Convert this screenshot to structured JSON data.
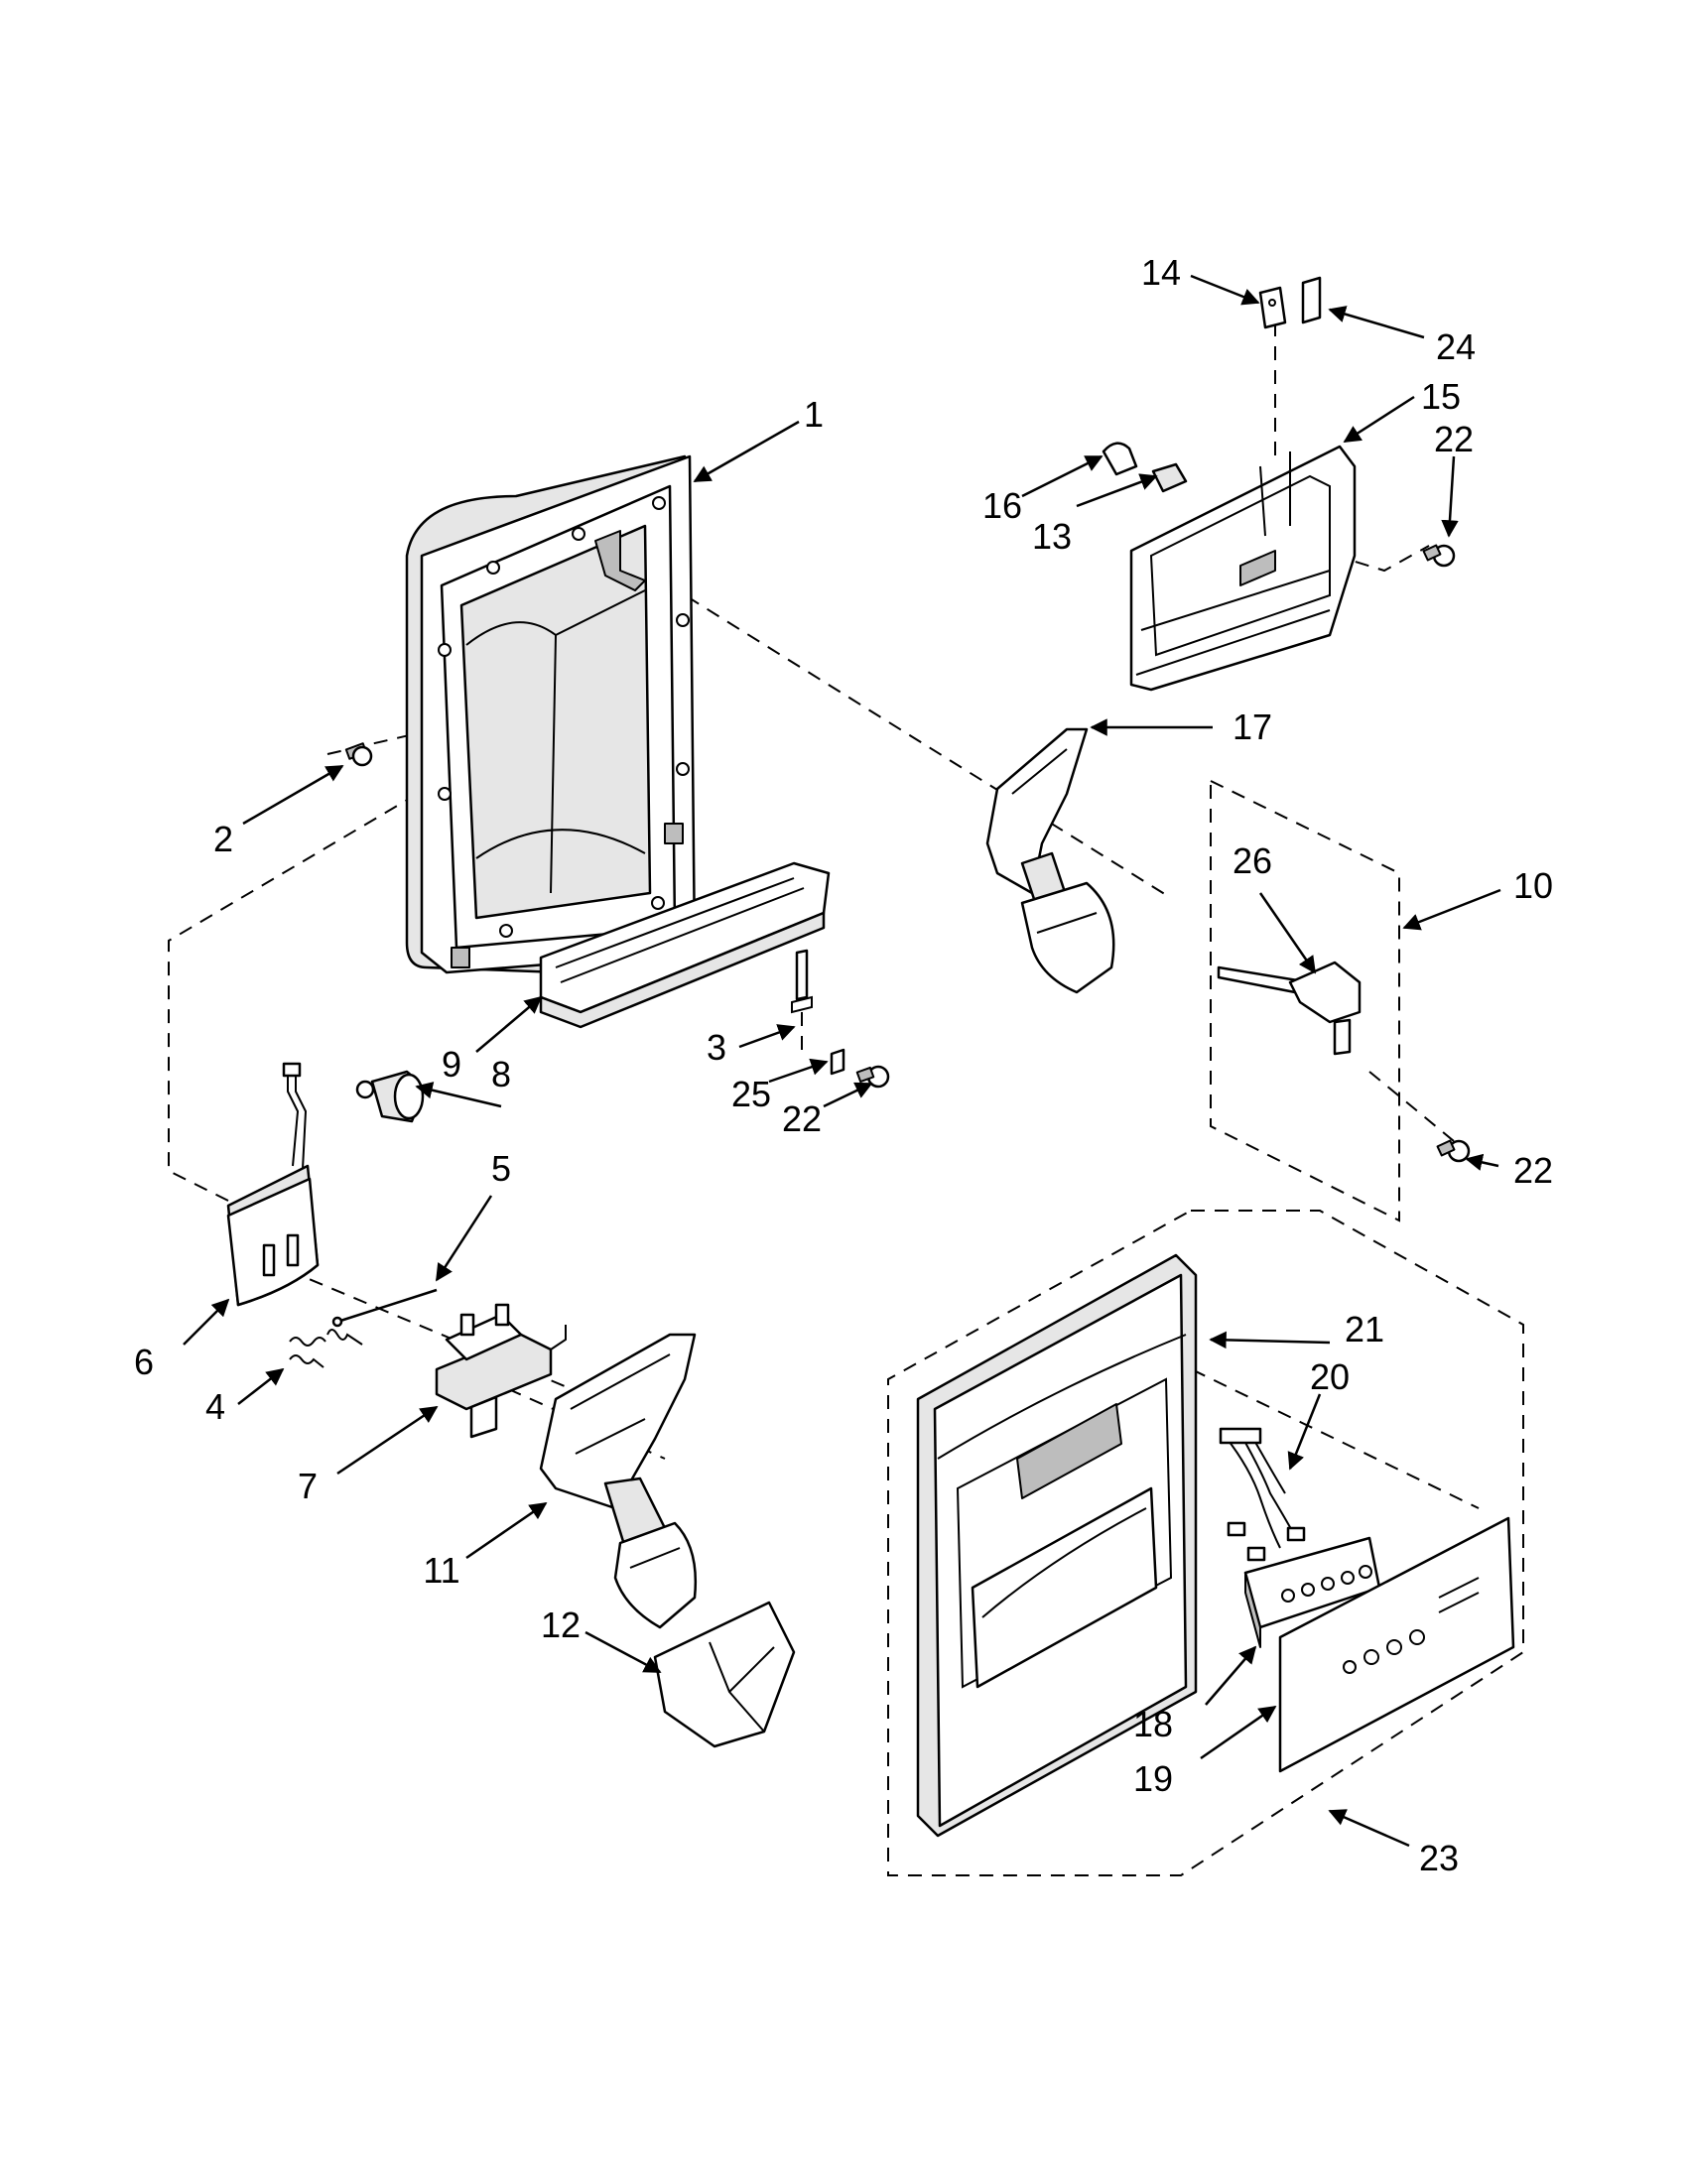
{
  "callouts": [
    {
      "id": "1",
      "label": "1"
    },
    {
      "id": "2",
      "label": "2"
    },
    {
      "id": "3",
      "label": "3"
    },
    {
      "id": "4",
      "label": "4"
    },
    {
      "id": "5",
      "label": "5"
    },
    {
      "id": "6",
      "label": "6"
    },
    {
      "id": "7",
      "label": "7"
    },
    {
      "id": "8",
      "label": "8"
    },
    {
      "id": "9",
      "label": "9"
    },
    {
      "id": "10",
      "label": "10"
    },
    {
      "id": "11",
      "label": "11"
    },
    {
      "id": "12",
      "label": "12"
    },
    {
      "id": "13",
      "label": "13"
    },
    {
      "id": "14",
      "label": "14"
    },
    {
      "id": "15",
      "label": "15"
    },
    {
      "id": "16",
      "label": "16"
    },
    {
      "id": "17",
      "label": "17"
    },
    {
      "id": "18",
      "label": "18"
    },
    {
      "id": "19",
      "label": "19"
    },
    {
      "id": "20",
      "label": "20"
    },
    {
      "id": "21",
      "label": "21"
    },
    {
      "id": "22a",
      "label": "22"
    },
    {
      "id": "22b",
      "label": "22"
    },
    {
      "id": "22c",
      "label": "22"
    },
    {
      "id": "23",
      "label": "23"
    },
    {
      "id": "24",
      "label": "24"
    },
    {
      "id": "25",
      "label": "25"
    },
    {
      "id": "26",
      "label": "26"
    }
  ]
}
